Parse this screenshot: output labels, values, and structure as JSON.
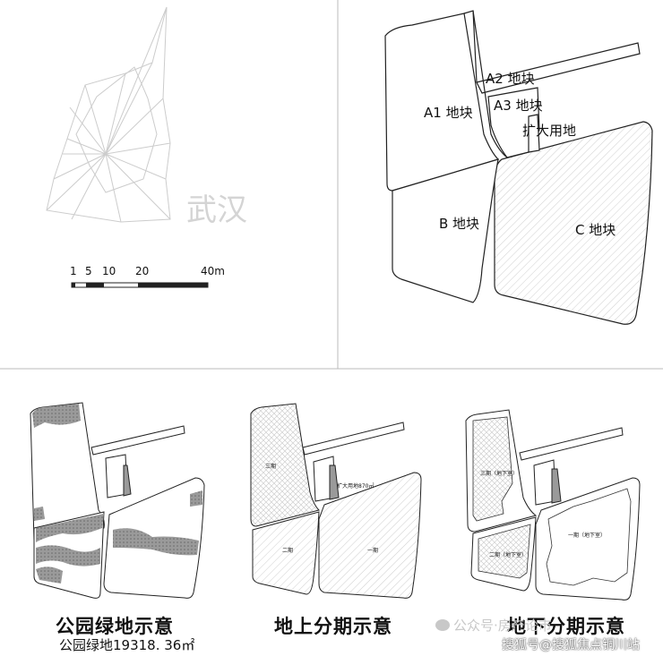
{
  "top_left": {
    "city_label": "武汉",
    "scale_ticks": [
      "1",
      "5",
      "10",
      "20",
      "40m"
    ]
  },
  "top_right": {
    "lots": {
      "a1": "A1 地块",
      "a2": "A2 地块",
      "a3": "A3 地块",
      "expand": "扩大用地",
      "b": "B 地块",
      "c": "C 地块"
    }
  },
  "bottom": {
    "green": {
      "caption": "公园绿地示意",
      "area": "公园绿地19318. 36㎡"
    },
    "above": {
      "caption": "地上分期示意",
      "phase3": "三期",
      "expand": "扩大用地870㎡",
      "phase2": "二期",
      "phase1": "一期"
    },
    "below": {
      "caption": "地下分期示意",
      "phase3": "三期（地下室）",
      "phase2": "二期（地下室）",
      "phase1": "一期（地下室）"
    }
  },
  "watermarks": {
    "wechat": "公众号·房产论市",
    "sohu": "搜狐号@搜狐焦点铜川站"
  },
  "colors": {
    "line": "#222222",
    "divider": "#bbbbbb",
    "hatch": "#cfcfcf",
    "green_fill": "#9a9a9a",
    "watermark_gray": "#c8c8c8"
  }
}
